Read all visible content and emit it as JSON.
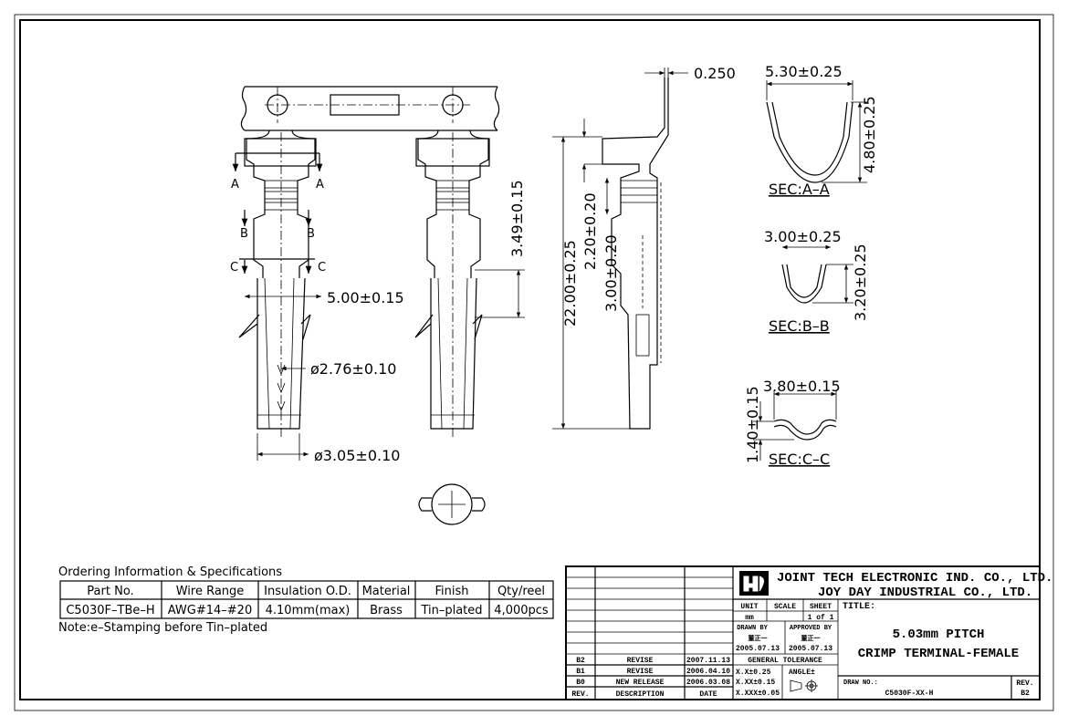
{
  "dimensions": {
    "thickness": "0.250",
    "width_contact": "5.00±0.15",
    "dia_inner": "ø2.76±0.10",
    "dia_outer": "ø3.05±0.10",
    "len_crimp": "3.49±0.15",
    "len_total": "22.00±0.25",
    "len_a": "2.20±0.20",
    "len_b": "3.00±0.20"
  },
  "section_labels": {
    "a": "A",
    "b": "B",
    "c": "C"
  },
  "sections": [
    {
      "name": "SEC:A–A",
      "w": "5.30±0.25",
      "h": "4.80±0.25"
    },
    {
      "name": "SEC:B–B",
      "w": "3.00±0.25",
      "h": "3.20±0.25"
    },
    {
      "name": "SEC:C–C",
      "w": "3.80±0.15",
      "h": "1.40±0.15"
    }
  ],
  "ordering": {
    "heading": "Ordering Information & Specifications",
    "headers": [
      "Part No.",
      "Wire Range",
      "Insulation O.D.",
      "Material",
      "Finish",
      "Qty/reel"
    ],
    "row": [
      "C5030F–TBe–H",
      "AWG#14–#20",
      "4.10mm(max)",
      "Brass",
      "Tin–plated",
      "4,000pcs"
    ],
    "note": "Note:e–Stamping before Tin–plated"
  },
  "title_block": {
    "company1": "JOINT TECH ELECTRONIC IND. CO., LTD.",
    "company2": "JOY DAY INDUSTRIAL CO., LTD.",
    "unit_label": "UNIT",
    "unit_value": "mm",
    "scale_label": "SCALE",
    "scale_value": "",
    "sheet_label": "SHEET",
    "sheet_value": "1 of 1",
    "drawn_label": "DRAWN BY",
    "drawn_name": "董正一",
    "drawn_date": "2005.07.13",
    "approved_label": "APPROVED BY",
    "approved_name": "董正一",
    "approved_date": "2005.07.13",
    "tolerance_label": "GENERAL TOLERANCE",
    "tol1": "X.X±0.25",
    "tol2": "X.XX±0.15",
    "tol3": "X.XXX±0.05",
    "angle_label": "ANGLE±",
    "title_label": "TITLE:",
    "title_line1": "5.03mm PITCH",
    "title_line2": "CRIMP TERMINAL-FEMALE",
    "drawno_label": "DRAW NO.:",
    "drawno_value": "C5030F-XX-H",
    "rev_label": "REV.",
    "rev_value": "B2",
    "revisions": [
      {
        "rev": "B2",
        "desc": "REVISE",
        "date": "2007.11.13"
      },
      {
        "rev": "B1",
        "desc": "REVISE",
        "date": "2006.04.10"
      },
      {
        "rev": "B0",
        "desc": "NEW RELEASE",
        "date": "2006.03.08"
      }
    ],
    "rev_header": {
      "rev": "REV.",
      "desc": "DESCRIPTION",
      "date": "DATE"
    }
  }
}
